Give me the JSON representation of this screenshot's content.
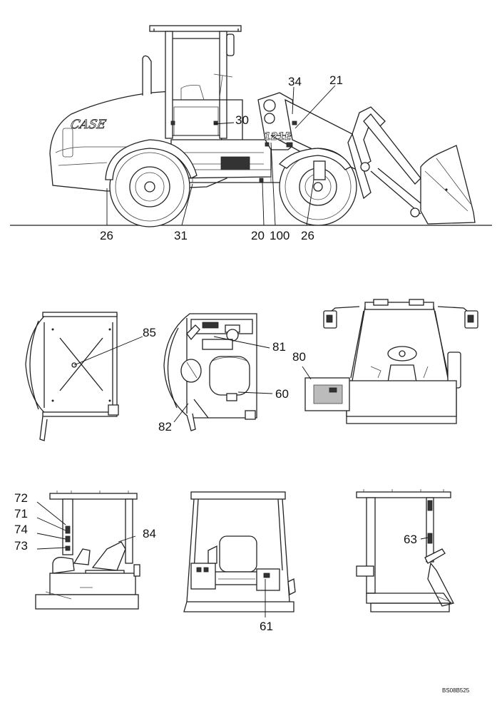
{
  "callouts": {
    "c34": "34",
    "c21": "21",
    "c30": "30",
    "c26a": "26",
    "c31": "31",
    "c20": "20",
    "c100": "100",
    "c26b": "26",
    "c85": "85",
    "c81": "81",
    "c80": "80",
    "c60": "60",
    "c82": "82",
    "c72": "72",
    "c71": "71",
    "c74": "74",
    "c73": "73",
    "c84": "84",
    "c61": "61",
    "c63": "63"
  },
  "reference_code": "BS08B525",
  "brand_marks": {
    "hood_logo": "CASE",
    "model_badge": "121E"
  },
  "colors": {
    "line": "#222222",
    "background": "#ffffff"
  }
}
